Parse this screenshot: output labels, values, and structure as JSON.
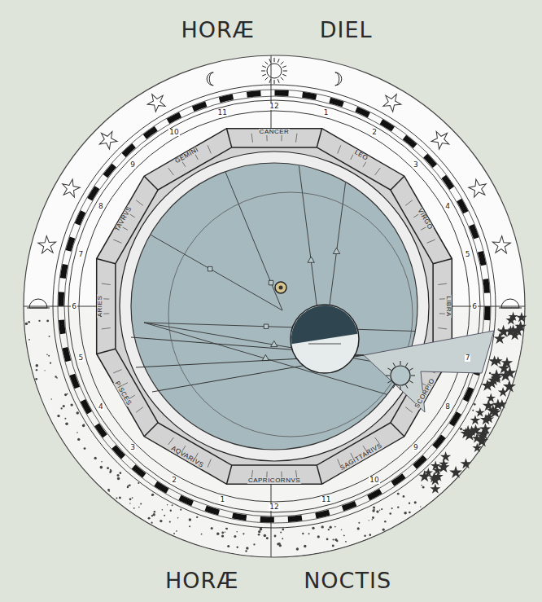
{
  "diagram": {
    "title": "HORÆ DIEL",
    "caption": "HORÆ NOCTIS",
    "labels": [
      "12",
      "1",
      "2",
      "3",
      "4",
      "5",
      "6",
      "7",
      "8",
      "9",
      "10",
      "11",
      "12",
      "1",
      "2",
      "3",
      "4",
      "5",
      "6",
      "7",
      "8",
      "9",
      "10",
      "11",
      "ARIES",
      "TAVRVS",
      "GEMINI",
      "CANCER",
      "LEO",
      "VIRGO",
      "LIBRA",
      "SCORPIO",
      "SAGITTARIVS",
      "CAPRICORNVS",
      "AQVARIVS",
      "PISCES"
    ]
  }
}
